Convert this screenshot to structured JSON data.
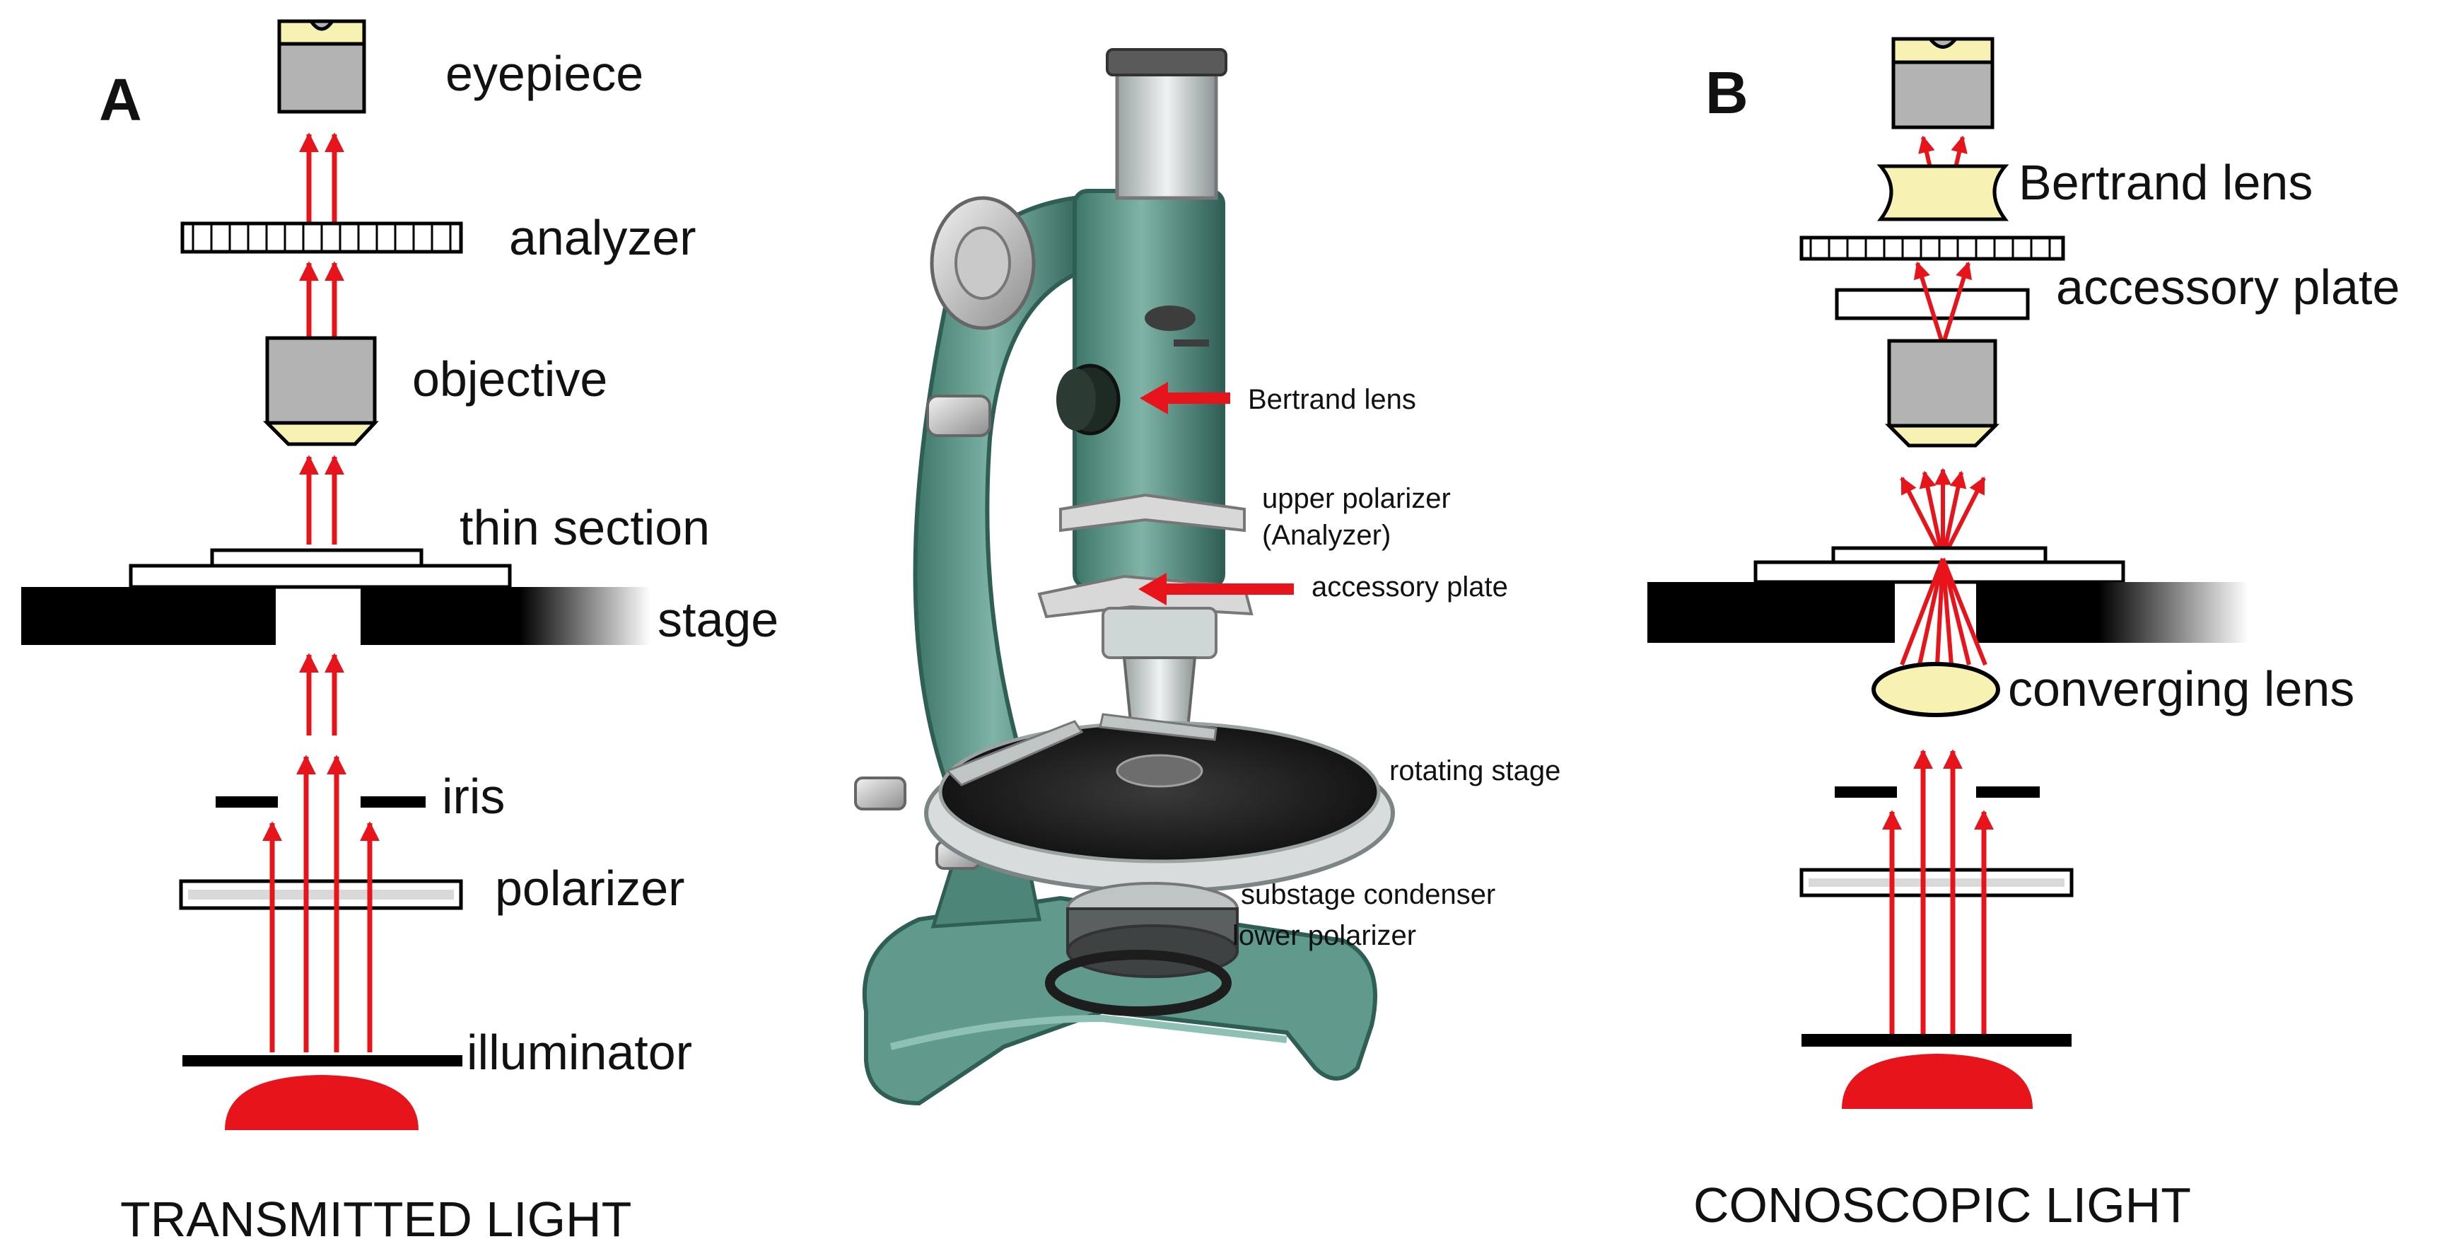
{
  "panel_a": {
    "letter": "A",
    "caption": "TRANSMITTED LIGHT",
    "labels": {
      "eyepiece": "eyepiece",
      "analyzer": "analyzer",
      "objective": "objective",
      "thin_section": "thin section",
      "stage": "stage",
      "iris": "iris",
      "polarizer": "polarizer",
      "illuminator": "illuminator"
    }
  },
  "panel_b": {
    "letter": "B",
    "caption": "CONOSCOPIC LIGHT",
    "labels": {
      "bertrand_lens": "Bertrand lens",
      "accessory_plate": "accessory plate",
      "converging_lens": "converging lens"
    }
  },
  "photo": {
    "callouts": {
      "bertrand_lens": "Bertrand lens",
      "upper_polarizer_1": "upper polarizer",
      "upper_polarizer_2": "(Analyzer)",
      "accessory_plate": "accessory plate",
      "rotating_stage": "rotating stage",
      "substage_condenser": "substage condenser",
      "lower_polarizer": "lower polarizer"
    }
  },
  "colors": {
    "ray": "#e8141b",
    "lamp": "#e8141b",
    "lens_yellow": "#f7f2b2",
    "lens_gray": "#b3b3b3",
    "microscope_body": "#5f9a8c",
    "microscope_dark": "#2f5e55",
    "stage_black": "#000000"
  }
}
